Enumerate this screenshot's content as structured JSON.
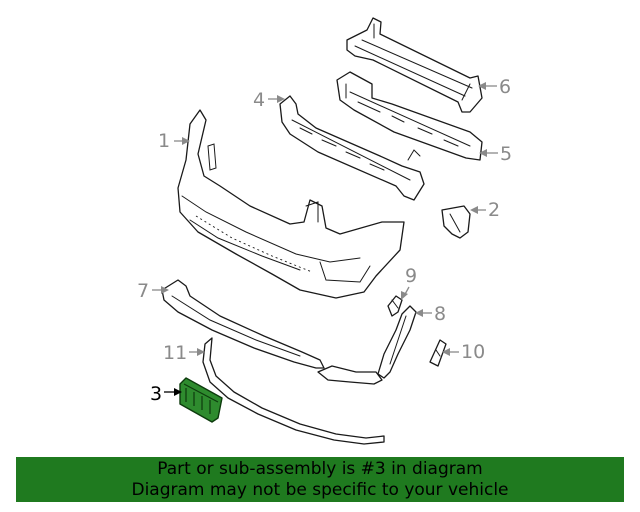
{
  "callouts": {
    "c1": "1",
    "c2": "2",
    "c3": "3",
    "c4": "4",
    "c5": "5",
    "c6": "6",
    "c7": "7",
    "c8": "8",
    "c9": "9",
    "c10": "10",
    "c11": "11"
  },
  "highlight_color": "#2e8b2e",
  "banner": {
    "line1": "Part or sub-assembly is #3 in diagram",
    "line2": "Diagram may not be specific to your vehicle",
    "background": "#1f7a1f"
  }
}
